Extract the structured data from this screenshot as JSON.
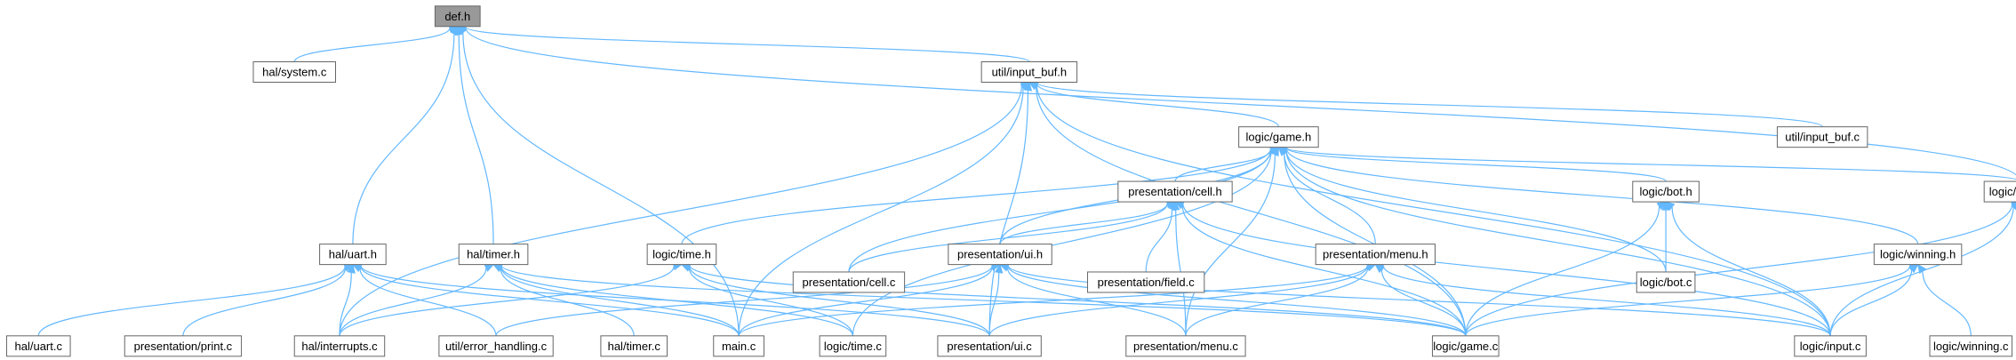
{
  "graph": {
    "edge_color": "#63b8ff",
    "node_border_color": "#666666",
    "root_fill_color": "#999999",
    "nodes": [
      {
        "id": "def_h",
        "label": "def.h",
        "root": true
      },
      {
        "id": "hal_system_c",
        "label": "hal/system.c"
      },
      {
        "id": "util_input_buf_h",
        "label": "util/input_buf.h"
      },
      {
        "id": "logic_game_h",
        "label": "logic/game.h"
      },
      {
        "id": "util_input_buf_c",
        "label": "util/input_buf.c"
      },
      {
        "id": "presentation_cell_h",
        "label": "presentation/cell.h"
      },
      {
        "id": "logic_bot_h",
        "label": "logic/bot.h"
      },
      {
        "id": "logic_input_h",
        "label": "logic/input.h"
      },
      {
        "id": "hal_uart_h",
        "label": "hal/uart.h"
      },
      {
        "id": "hal_timer_h",
        "label": "hal/timer.h"
      },
      {
        "id": "logic_time_h",
        "label": "logic/time.h"
      },
      {
        "id": "presentation_cell_c",
        "label": "presentation/cell.c"
      },
      {
        "id": "presentation_ui_h",
        "label": "presentation/ui.h"
      },
      {
        "id": "presentation_field_c",
        "label": "presentation/field.c"
      },
      {
        "id": "presentation_menu_h",
        "label": "presentation/menu.h"
      },
      {
        "id": "logic_bot_c",
        "label": "logic/bot.c"
      },
      {
        "id": "logic_winning_h",
        "label": "logic/winning.h"
      },
      {
        "id": "hal_uart_c",
        "label": "hal/uart.c"
      },
      {
        "id": "presentation_print_c",
        "label": "presentation/print.c"
      },
      {
        "id": "hal_interrupts_c",
        "label": "hal/interrupts.c"
      },
      {
        "id": "util_error_handling_c",
        "label": "util/error_handling.c"
      },
      {
        "id": "hal_timer_c",
        "label": "hal/timer.c"
      },
      {
        "id": "main_c",
        "label": "main.c"
      },
      {
        "id": "logic_time_c",
        "label": "logic/time.c"
      },
      {
        "id": "presentation_ui_c",
        "label": "presentation/ui.c"
      },
      {
        "id": "presentation_menu_c",
        "label": "presentation/menu.c"
      },
      {
        "id": "logic_game_c",
        "label": "logic/game.c"
      },
      {
        "id": "logic_input_c",
        "label": "logic/input.c"
      },
      {
        "id": "logic_winning_c",
        "label": "logic/winning.c"
      }
    ],
    "edges": [
      {
        "from": "hal_system_c",
        "to": "def_h"
      },
      {
        "from": "util_input_buf_h",
        "to": "def_h"
      },
      {
        "from": "hal_uart_h",
        "to": "def_h"
      },
      {
        "from": "hal_timer_h",
        "to": "def_h"
      },
      {
        "from": "main_c",
        "to": "def_h"
      },
      {
        "from": "logic_input_h",
        "to": "def_h"
      },
      {
        "from": "logic_game_h",
        "to": "util_input_buf_h"
      },
      {
        "from": "util_input_buf_c",
        "to": "util_input_buf_h"
      },
      {
        "from": "hal_interrupts_c",
        "to": "util_input_buf_h"
      },
      {
        "from": "main_c",
        "to": "util_input_buf_h"
      },
      {
        "from": "presentation_ui_c",
        "to": "util_input_buf_h"
      },
      {
        "from": "logic_game_c",
        "to": "util_input_buf_h"
      },
      {
        "from": "logic_input_c",
        "to": "util_input_buf_h"
      },
      {
        "from": "presentation_cell_h",
        "to": "logic_game_h"
      },
      {
        "from": "logic_bot_h",
        "to": "logic_game_h"
      },
      {
        "from": "logic_input_h",
        "to": "logic_game_h"
      },
      {
        "from": "logic_time_h",
        "to": "logic_game_h"
      },
      {
        "from": "presentation_cell_c",
        "to": "logic_game_h"
      },
      {
        "from": "presentation_ui_h",
        "to": "logic_game_h"
      },
      {
        "from": "presentation_menu_h",
        "to": "logic_game_h"
      },
      {
        "from": "logic_bot_c",
        "to": "logic_game_h"
      },
      {
        "from": "logic_winning_h",
        "to": "logic_game_h"
      },
      {
        "from": "logic_time_c",
        "to": "logic_game_h"
      },
      {
        "from": "presentation_menu_c",
        "to": "logic_game_h"
      },
      {
        "from": "logic_game_c",
        "to": "logic_game_h"
      },
      {
        "from": "logic_input_c",
        "to": "logic_game_h"
      },
      {
        "from": "presentation_cell_c",
        "to": "presentation_cell_h"
      },
      {
        "from": "presentation_ui_h",
        "to": "presentation_cell_h"
      },
      {
        "from": "presentation_field_c",
        "to": "presentation_cell_h"
      },
      {
        "from": "presentation_menu_c",
        "to": "presentation_cell_h"
      },
      {
        "from": "logic_game_c",
        "to": "presentation_cell_h"
      },
      {
        "from": "logic_input_c",
        "to": "presentation_cell_h"
      },
      {
        "from": "logic_bot_c",
        "to": "logic_bot_h"
      },
      {
        "from": "logic_game_c",
        "to": "logic_bot_h"
      },
      {
        "from": "logic_input_c",
        "to": "logic_bot_h"
      },
      {
        "from": "logic_game_c",
        "to": "logic_input_h"
      },
      {
        "from": "logic_input_c",
        "to": "logic_input_h"
      },
      {
        "from": "hal_uart_c",
        "to": "hal_uart_h"
      },
      {
        "from": "presentation_print_c",
        "to": "hal_uart_h"
      },
      {
        "from": "hal_interrupts_c",
        "to": "hal_uart_h"
      },
      {
        "from": "util_error_handling_c",
        "to": "hal_uart_h"
      },
      {
        "from": "main_c",
        "to": "hal_uart_h"
      },
      {
        "from": "presentation_ui_c",
        "to": "hal_uart_h"
      },
      {
        "from": "hal_interrupts_c",
        "to": "hal_timer_h"
      },
      {
        "from": "hal_timer_c",
        "to": "hal_timer_h"
      },
      {
        "from": "main_c",
        "to": "hal_timer_h"
      },
      {
        "from": "logic_time_c",
        "to": "hal_timer_h"
      },
      {
        "from": "logic_game_c",
        "to": "hal_timer_h"
      },
      {
        "from": "hal_interrupts_c",
        "to": "logic_time_h"
      },
      {
        "from": "logic_time_c",
        "to": "logic_time_h"
      },
      {
        "from": "presentation_ui_c",
        "to": "logic_time_h"
      },
      {
        "from": "logic_game_c",
        "to": "logic_time_h"
      },
      {
        "from": "main_c",
        "to": "presentation_ui_h"
      },
      {
        "from": "util_error_handling_c",
        "to": "presentation_ui_h"
      },
      {
        "from": "presentation_ui_c",
        "to": "presentation_ui_h"
      },
      {
        "from": "presentation_menu_c",
        "to": "presentation_ui_h"
      },
      {
        "from": "logic_game_c",
        "to": "presentation_ui_h"
      },
      {
        "from": "logic_input_c",
        "to": "presentation_ui_h"
      },
      {
        "from": "main_c",
        "to": "presentation_menu_h"
      },
      {
        "from": "presentation_ui_c",
        "to": "presentation_menu_h"
      },
      {
        "from": "presentation_menu_c",
        "to": "presentation_menu_h"
      },
      {
        "from": "logic_game_c",
        "to": "presentation_menu_h"
      },
      {
        "from": "logic_input_c",
        "to": "presentation_menu_h"
      },
      {
        "from": "logic_game_c",
        "to": "logic_winning_h"
      },
      {
        "from": "logic_input_c",
        "to": "logic_winning_h"
      },
      {
        "from": "logic_winning_c",
        "to": "logic_winning_h"
      }
    ]
  }
}
